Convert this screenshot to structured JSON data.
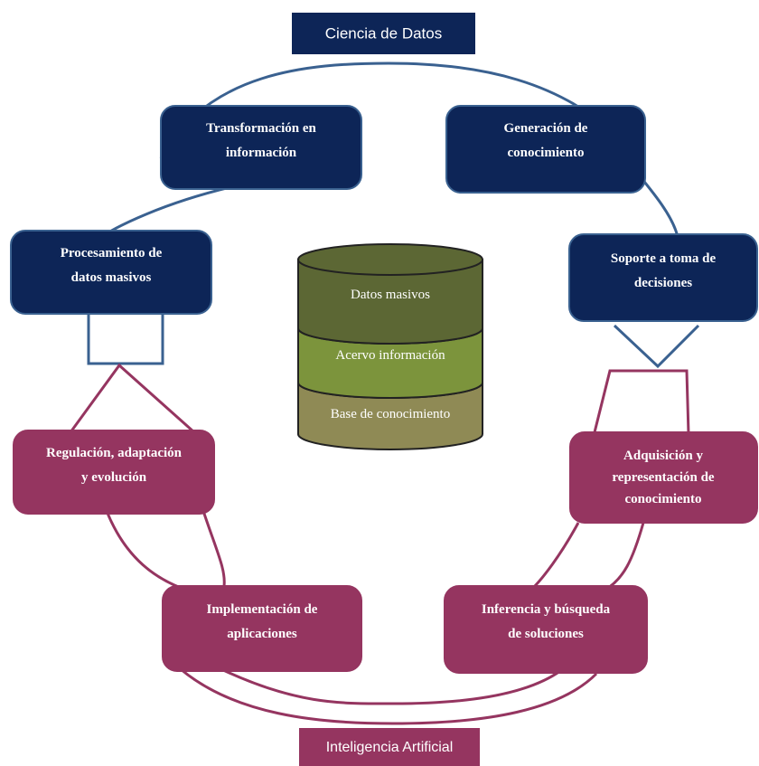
{
  "header": {
    "label": "Ciencia de Datos"
  },
  "footer": {
    "label": "Inteligencia Artificial"
  },
  "colors": {
    "navy": "#0d2557",
    "navy_line": "#3a6190",
    "wine": "#953560",
    "wine_line": "#953560",
    "layer_top": "#5c6734",
    "layer_mid": "#7c943c",
    "layer_bottom": "#8f8a55"
  },
  "nodes": {
    "transformacion": {
      "line1": "Transformación en",
      "line2": "información"
    },
    "generacion": {
      "line1": "Generación de",
      "line2": "conocimiento"
    },
    "procesamiento": {
      "line1": "Procesamiento de",
      "line2": "datos masivos"
    },
    "soporte": {
      "line1": "Soporte a toma de",
      "line2": "decisiones"
    },
    "regulacion": {
      "line1": "Regulación, adaptación",
      "line2": "y evolución"
    },
    "adquisicion": {
      "line1": "Adquisición y",
      "line2": "representación de",
      "line3": "conocimiento"
    },
    "implementacion": {
      "line1": "Implementación de",
      "line2": "aplicaciones"
    },
    "inferencia": {
      "line1": "Inferencia y búsqueda",
      "line2": "de soluciones"
    }
  },
  "database": {
    "top_layer": "Datos masivos",
    "middle_layer": "Acervo información",
    "bottom_layer": "Base de conocimiento"
  }
}
